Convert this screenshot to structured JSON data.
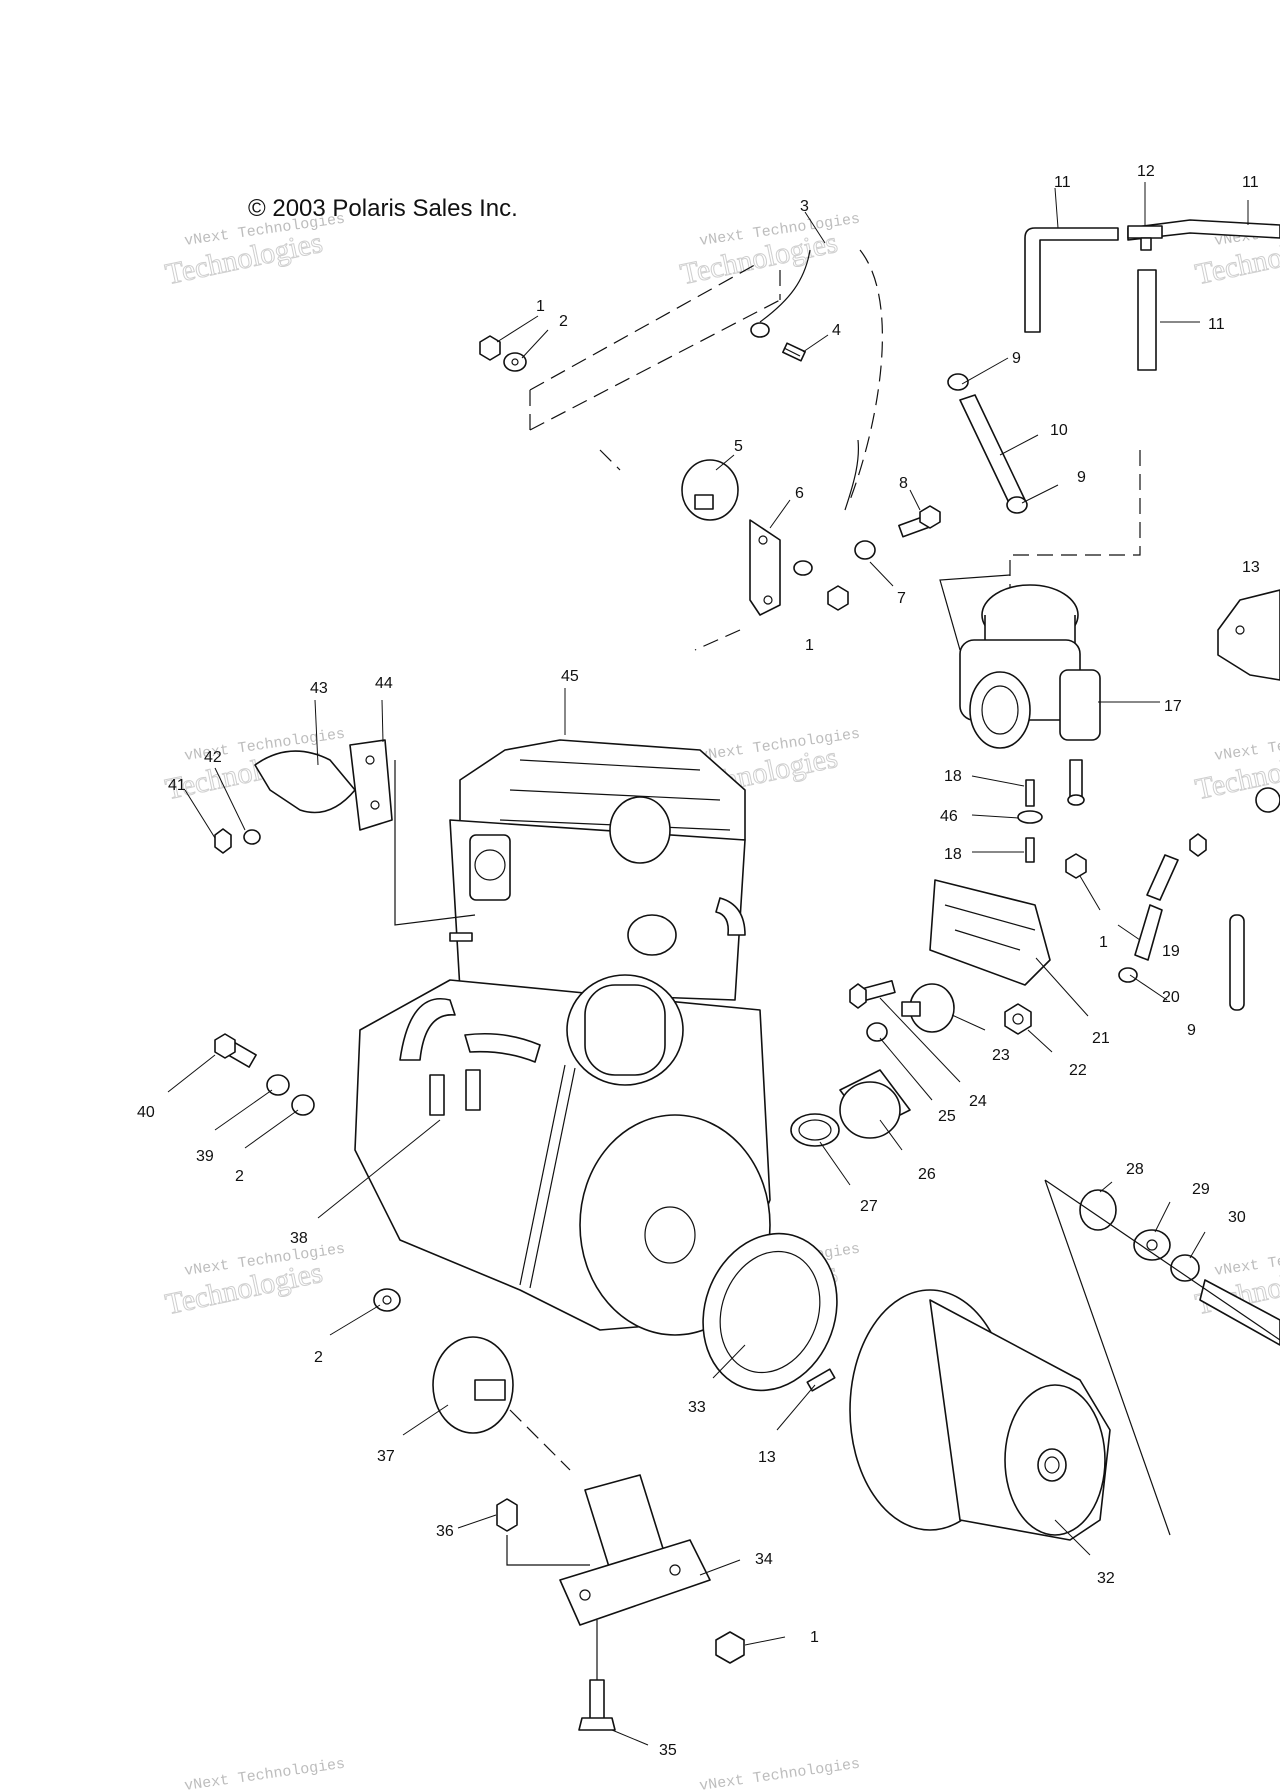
{
  "copyright": "© 2003 Polaris Sales Inc.",
  "watermark": {
    "line1": "vNext Technologies",
    "line2": "Technologies"
  },
  "callouts": [
    {
      "id": "c1a",
      "text": "1"
    },
    {
      "id": "c2a",
      "text": "2"
    },
    {
      "id": "c3",
      "text": "3"
    },
    {
      "id": "c4",
      "text": "4"
    },
    {
      "id": "c5",
      "text": "5"
    },
    {
      "id": "c6",
      "text": "6"
    },
    {
      "id": "c7",
      "text": "7"
    },
    {
      "id": "c8",
      "text": "8"
    },
    {
      "id": "c1b",
      "text": "1"
    },
    {
      "id": "c9a",
      "text": "9"
    },
    {
      "id": "c10",
      "text": "10"
    },
    {
      "id": "c9b",
      "text": "9"
    },
    {
      "id": "c11a",
      "text": "11"
    },
    {
      "id": "c12",
      "text": "12"
    },
    {
      "id": "c11b",
      "text": "11"
    },
    {
      "id": "c11c",
      "text": "11"
    },
    {
      "id": "c13a",
      "text": "13"
    },
    {
      "id": "c17",
      "text": "17"
    },
    {
      "id": "c18a",
      "text": "18"
    },
    {
      "id": "c46",
      "text": "46"
    },
    {
      "id": "c18b",
      "text": "18"
    },
    {
      "id": "c1c",
      "text": "1"
    },
    {
      "id": "c19",
      "text": "19"
    },
    {
      "id": "c20",
      "text": "20"
    },
    {
      "id": "c9c",
      "text": "9"
    },
    {
      "id": "c21",
      "text": "21"
    },
    {
      "id": "c22",
      "text": "22"
    },
    {
      "id": "c23",
      "text": "23"
    },
    {
      "id": "c24",
      "text": "24"
    },
    {
      "id": "c25",
      "text": "25"
    },
    {
      "id": "c26",
      "text": "26"
    },
    {
      "id": "c27",
      "text": "27"
    },
    {
      "id": "c28",
      "text": "28"
    },
    {
      "id": "c29",
      "text": "29"
    },
    {
      "id": "c30",
      "text": "30"
    },
    {
      "id": "c43",
      "text": "43"
    },
    {
      "id": "c44",
      "text": "44"
    },
    {
      "id": "c45",
      "text": "45"
    },
    {
      "id": "c42",
      "text": "42"
    },
    {
      "id": "c41",
      "text": "41"
    },
    {
      "id": "c40",
      "text": "40"
    },
    {
      "id": "c39",
      "text": "39"
    },
    {
      "id": "c2b",
      "text": "2"
    },
    {
      "id": "c38",
      "text": "38"
    },
    {
      "id": "c2c",
      "text": "2"
    },
    {
      "id": "c37",
      "text": "37"
    },
    {
      "id": "c33",
      "text": "33"
    },
    {
      "id": "c13b",
      "text": "13"
    },
    {
      "id": "c32",
      "text": "32"
    },
    {
      "id": "c36",
      "text": "36"
    },
    {
      "id": "c34",
      "text": "34"
    },
    {
      "id": "c1d",
      "text": "1"
    },
    {
      "id": "c35",
      "text": "35"
    }
  ]
}
